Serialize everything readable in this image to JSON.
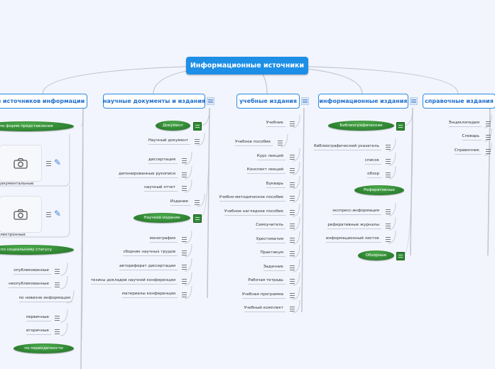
{
  "root": {
    "title": "Информационные источники"
  },
  "columns": [
    {
      "title": "Виды источников информации",
      "items": [
        {
          "kind": "pill",
          "label": "по форме представления"
        },
        {
          "kind": "card",
          "label": "документальные",
          "icon": "camera-icon"
        },
        {
          "kind": "card",
          "label": "электронные",
          "icon": "camera-icon"
        },
        {
          "kind": "pill",
          "label": "по социальному статусу"
        },
        {
          "kind": "leaf",
          "label": "опубликованные"
        },
        {
          "kind": "leaf",
          "label": "неопубликованные"
        },
        {
          "kind": "plain",
          "label": "по новизне информации"
        },
        {
          "kind": "leaf",
          "label": "первичные"
        },
        {
          "kind": "leaf",
          "label": "вторичные"
        },
        {
          "kind": "pill",
          "label": "по периодичности"
        }
      ]
    },
    {
      "title": "научные документы и издания",
      "items": [
        {
          "kind": "pill",
          "label": "Документ"
        },
        {
          "kind": "leaf",
          "label": "Научный документ"
        },
        {
          "kind": "leaf",
          "label": "диссертация"
        },
        {
          "kind": "leaf",
          "label": "депонированные рукописи"
        },
        {
          "kind": "leaf",
          "label": "научный отчет"
        },
        {
          "kind": "leaf",
          "label": "Издание"
        },
        {
          "kind": "pill",
          "label": "Научное издание"
        },
        {
          "kind": "leaf",
          "label": "монография"
        },
        {
          "kind": "leaf",
          "label": "сборник научных трудов"
        },
        {
          "kind": "leaf",
          "label": "автореферат диссертации"
        },
        {
          "kind": "leaf",
          "label": "тезисы докладов научной конференции"
        },
        {
          "kind": "leaf",
          "label": "материалы конференции"
        }
      ]
    },
    {
      "title": "учебные издания",
      "items": [
        {
          "kind": "leaf",
          "label": "Учебник"
        },
        {
          "kind": "leaf",
          "label": "Учебное пособие"
        },
        {
          "kind": "leaf",
          "label": "Курс лекций"
        },
        {
          "kind": "leaf",
          "label": "Конспект лекций"
        },
        {
          "kind": "leaf",
          "label": "Букварь"
        },
        {
          "kind": "leaf",
          "label": "Учебно-методическое пособие"
        },
        {
          "kind": "leaf",
          "label": "Учебное наглядное пособие"
        },
        {
          "kind": "leaf",
          "label": "Самоучитель"
        },
        {
          "kind": "leaf",
          "label": "Хрестоматия"
        },
        {
          "kind": "leaf",
          "label": "Практикум"
        },
        {
          "kind": "leaf",
          "label": "Задачник"
        },
        {
          "kind": "leaf",
          "label": "Рабочая тетрадь"
        },
        {
          "kind": "leaf",
          "label": "Учебная программа"
        },
        {
          "kind": "leaf",
          "label": "Учебный комплект"
        }
      ]
    },
    {
      "title": "информационные издания",
      "items": [
        {
          "kind": "pill",
          "label": "Библиографические"
        },
        {
          "kind": "leaf",
          "label": "библиографический указатель"
        },
        {
          "kind": "leaf",
          "label": "список"
        },
        {
          "kind": "leaf",
          "label": "обзор"
        },
        {
          "kind": "pill",
          "label": "Реферативные"
        },
        {
          "kind": "leaf",
          "label": "экспресс-информация"
        },
        {
          "kind": "leaf",
          "label": "реферативные журналы"
        },
        {
          "kind": "leaf",
          "label": "информационный листок"
        },
        {
          "kind": "pill",
          "label": "Обзорные"
        }
      ]
    },
    {
      "title": "справочные издания",
      "items": [
        {
          "kind": "leaf",
          "label": "Энциклопедия"
        },
        {
          "kind": "leaf",
          "label": "Словарь"
        },
        {
          "kind": "leaf",
          "label": "Справочник"
        }
      ]
    }
  ],
  "colors": {
    "root": "#1e8fe6",
    "topic_border": "#2a8ae0",
    "pill": "#2f8a34",
    "background": "#f2f5fd"
  }
}
